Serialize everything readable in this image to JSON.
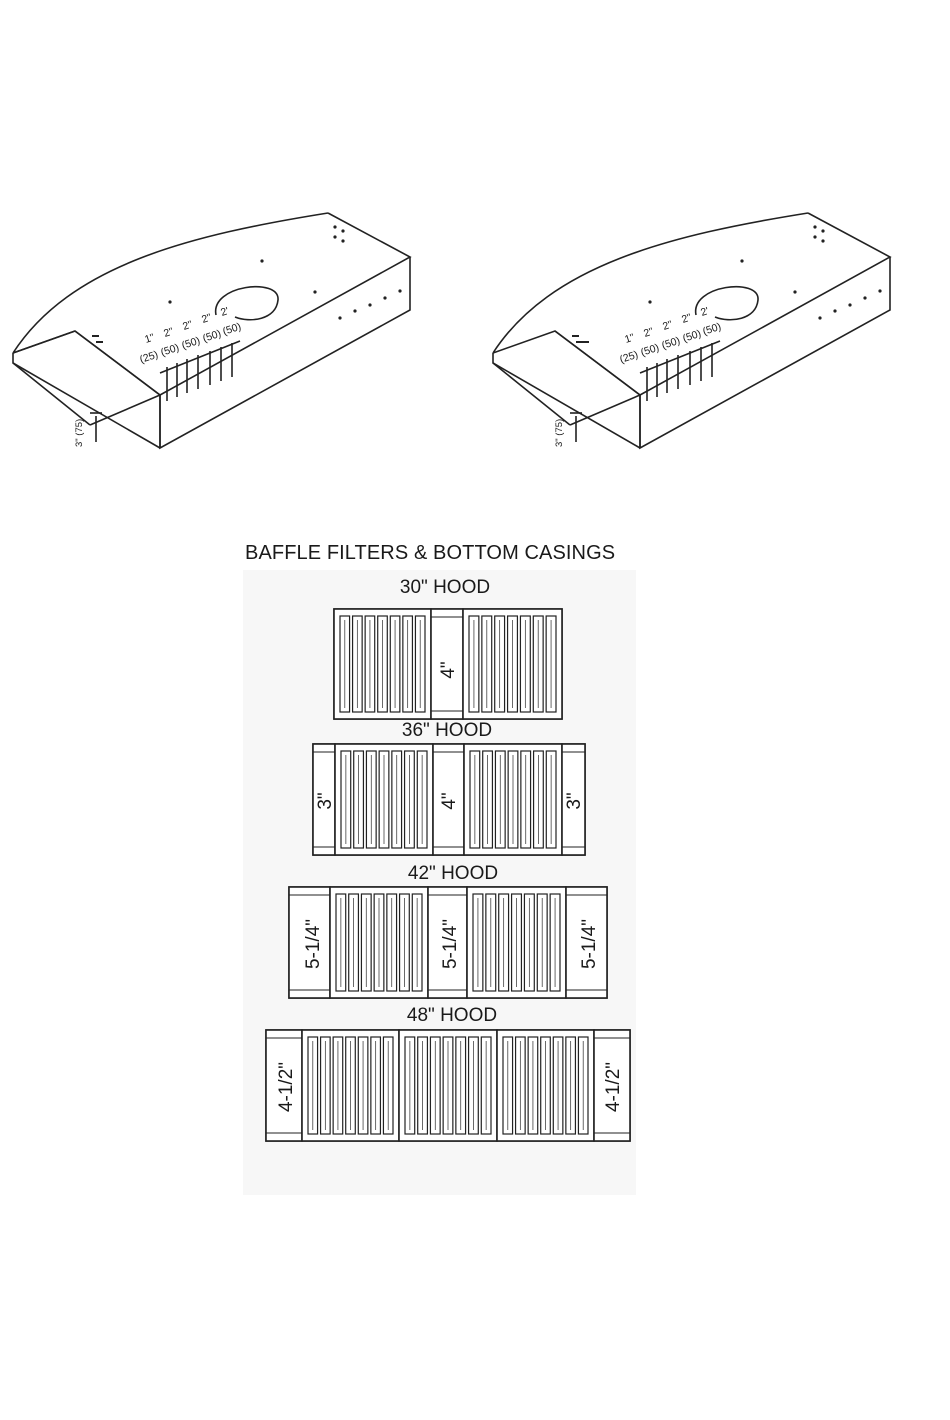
{
  "hood_diagrams": [
    {
      "dimension_labels": [
        "1\"",
        "2\"",
        "2\"",
        "2\"",
        "2'"
      ],
      "metric_labels": [
        "(25)",
        "(50)",
        "(50)",
        "(50)",
        "(50)"
      ],
      "height_label": "3\" (75)"
    },
    {
      "dimension_labels": [
        "1\"",
        "2\"",
        "2\"",
        "2\"",
        "2'"
      ],
      "metric_labels": [
        "(25)",
        "(50)",
        "(50)",
        "(50)",
        "(50)"
      ],
      "height_label": "3\" (75)"
    }
  ],
  "section_title": "BAFFLE FILTERS & BOTTOM CASINGS",
  "hoods": [
    {
      "label": "30\" HOOD",
      "end_casing": "",
      "center_casing": "4\""
    },
    {
      "label": "36\" HOOD",
      "end_casing": "3\"",
      "center_casing": "4\""
    },
    {
      "label": "42\" HOOD",
      "end_casing": "5-1/4\"",
      "center_casing": "5-1/4\""
    },
    {
      "label": "48\" HOOD",
      "end_casing": "4-1/2\"",
      "center_casing": ""
    }
  ]
}
